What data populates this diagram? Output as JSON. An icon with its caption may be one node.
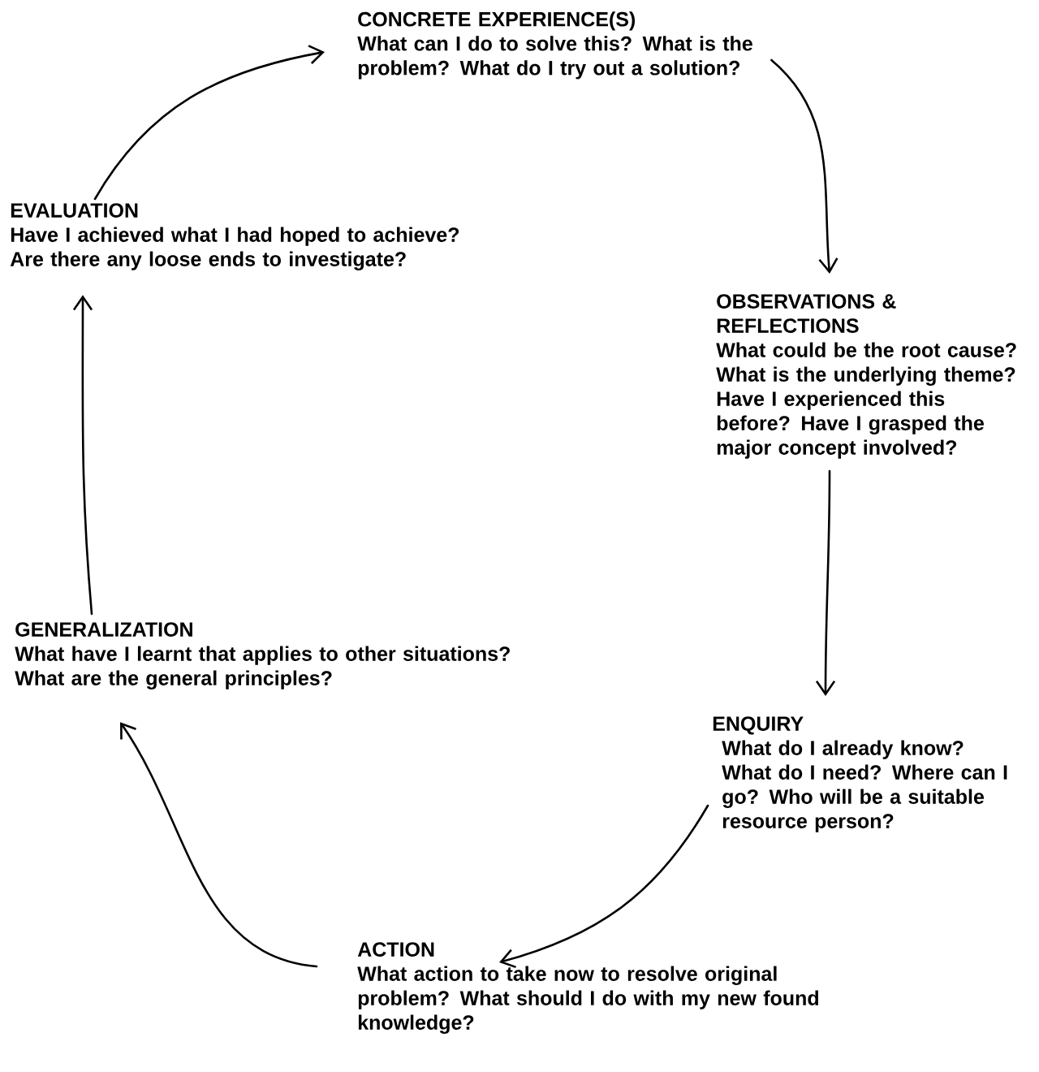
{
  "diagram": {
    "nodes": [
      {
        "text": [
          "CONCRETE EXPERIENCE(S)",
          "What can I do to solve this? What is the problem? What do I try out a solution?"
        ]
      },
      {
        "text": [
          "OBSERVATIONS & REFLECTIONS",
          "What could be the root cause? What is the underlying theme? Have I experienced this before? Have I grasped the major concept involved?"
        ]
      },
      {
        "text": [
          "ENQUIRY",
          "What do I already know? What do I need? Where can I go? Who will be a suitable resource person?"
        ]
      },
      {
        "text": [
          "ACTION",
          "What action to take now to resolve original problem? What should I do with my new found knowledge?"
        ]
      },
      {
        "text": [
          "GENERALIZATION",
          "What have I learnt that applies to other situations? What are the general principles?"
        ]
      },
      {
        "text": [
          "EVALUATION",
          "Have I achieved what I had hoped to achieve? Are there any loose ends to investigate?"
        ]
      }
    ],
    "edges": [
      {
        "from": 0,
        "to": 1,
        "arrow": "to"
      },
      {
        "from": 1,
        "to": 2,
        "arrow": "to"
      },
      {
        "from": 2,
        "to": 3,
        "arrow": "to"
      },
      {
        "from": 3,
        "to": 4,
        "arrow": "to"
      },
      {
        "from": 4,
        "to": 5,
        "arrow": "to"
      },
      {
        "from": 5,
        "to": 0,
        "arrow": "to"
      }
    ]
  }
}
